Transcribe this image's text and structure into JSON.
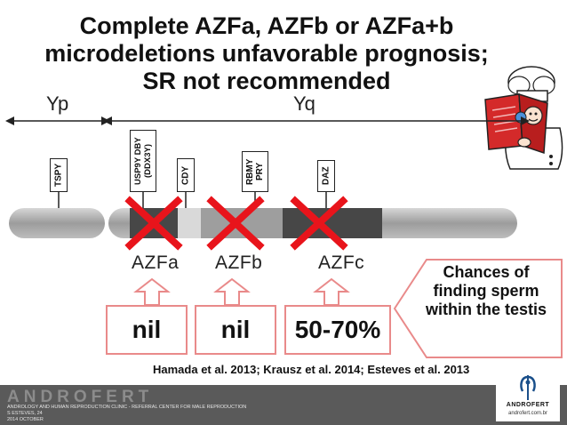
{
  "title": {
    "line1": "Complete AZFa, AZFb or AZFa+b",
    "line2": "microdeletions unfavorable prognosis;",
    "line3": "SR not recommended"
  },
  "arms": {
    "short": "Yp",
    "long": "Yq"
  },
  "genes": [
    "TSPY",
    "USP9Y DBY (DDX3Y)",
    "CDY",
    "RBMY PRY",
    "DAZ"
  ],
  "regions": [
    "AZFa",
    "AZFb",
    "AZFc"
  ],
  "results": [
    "nil",
    "nil",
    "50-70%"
  ],
  "chances": "Chances of finding sperm within the testis",
  "citation": "Hamada et al. 2013; Krausz et al. 2014; Esteves et al. 2013",
  "footer": {
    "brand": "ANDROFERT",
    "line1": "ANDROLOGY AND HUMAN REPRODUCTION CLINIC - REFERRAL CENTER FOR MALE REPRODUCTION",
    "line2": "S ESTEVES, 24",
    "line3": "2014 OCTOBER"
  },
  "logo": {
    "brand": "ANDROFERT",
    "url": "androfert.com.br"
  },
  "colors": {
    "cross": "#e8141b",
    "arrow_outline": "#e98a8a",
    "footer_bg": "#5a5a5a"
  },
  "icons": [
    "chef-reading-book-icon",
    "x-mark-icon",
    "up-arrow-icon",
    "left-chevron-arrow-icon"
  ]
}
